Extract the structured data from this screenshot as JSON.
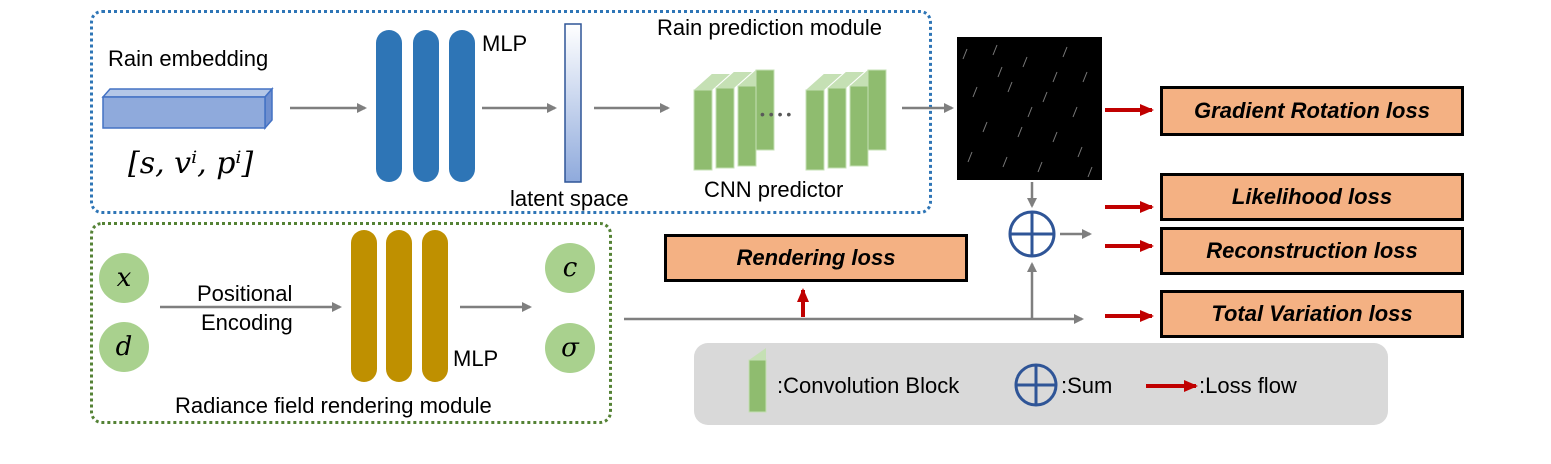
{
  "rain_module": {
    "title": "Rain prediction module",
    "embedding_label": "Rain embedding",
    "embedding_vector": "[s, vⁱ, pⁱ]",
    "mlp_label": "MLP",
    "latent_label": "latent space",
    "cnn_label": "CNN predictor",
    "dots": "• • • •"
  },
  "radiance_module": {
    "title": "Radiance field rendering module",
    "inputs": [
      "x",
      "d"
    ],
    "outputs": [
      "c",
      "σ"
    ],
    "encoding_label_line1": "Positional",
    "encoding_label_line2": "Encoding",
    "mlp_label": "MLP"
  },
  "losses": {
    "gradient_rotation": "Gradient Rotation loss",
    "likelihood": "Likelihood loss",
    "reconstruction": "Reconstruction loss",
    "total_variation": "Total Variation loss",
    "rendering": "Rendering loss"
  },
  "legend": {
    "convolution": ":Convolution Block",
    "sum": ":Sum",
    "loss_flow": ":Loss flow"
  },
  "colors": {
    "loss_box": "#f4b183",
    "loss_arrow": "#c00000",
    "mlp_rain": "#2e75b6",
    "mlp_radiance": "#bf9000",
    "conv_block": "#8fbc6f",
    "node": "#a9d18e",
    "sum_symbol": "#2f5597",
    "rain_border": "#2e75b6",
    "radiance_border": "#548235",
    "legend_bg": "#d9d9d9"
  }
}
